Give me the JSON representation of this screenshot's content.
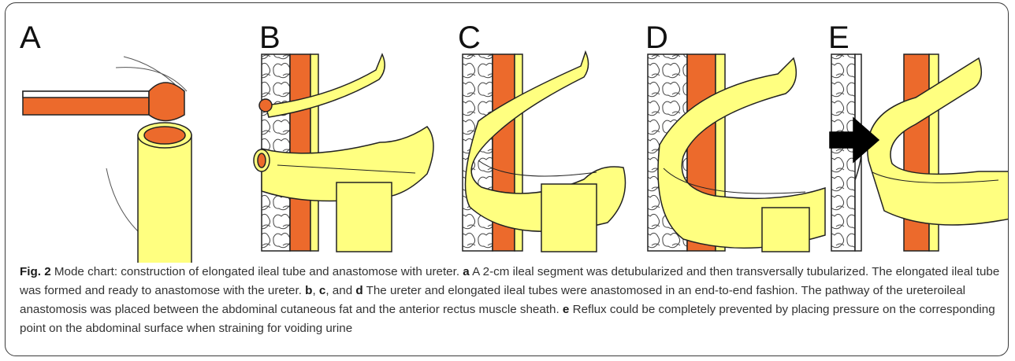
{
  "panels": [
    "A",
    "B",
    "C",
    "D",
    "E"
  ],
  "caption": {
    "fig_label": "Fig. 2",
    "text_1": " Mode chart: construction of elongated ileal tube and anastomose with ureter. ",
    "label_a": "a",
    "text_2": " A 2-cm ileal segment was detubularized and then transversally tubularized. The elongated ileal tube was formed and ready to anastomose with the ureter. ",
    "label_b": "b",
    "sep_1": ", ",
    "label_c": "c",
    "sep_2": ", and ",
    "label_d": "d",
    "text_3": " The ureter and elongated ileal tubes were anastomosed in an end-to-end fashion. The pathway of the ureteroileal anastomosis was placed between the abdominal cutaneous fat and the anterior rectus muscle sheath. ",
    "label_e": "e",
    "text_4": " Reflux could be completely prevented by placing pressure on the corresponding point on the abdominal surface when straining for voiding urine"
  },
  "colors": {
    "ileum_yellow": "#ffff80",
    "muscle_orange": "#ec6a2c",
    "outline": "#222222",
    "arrow": "#000000"
  }
}
